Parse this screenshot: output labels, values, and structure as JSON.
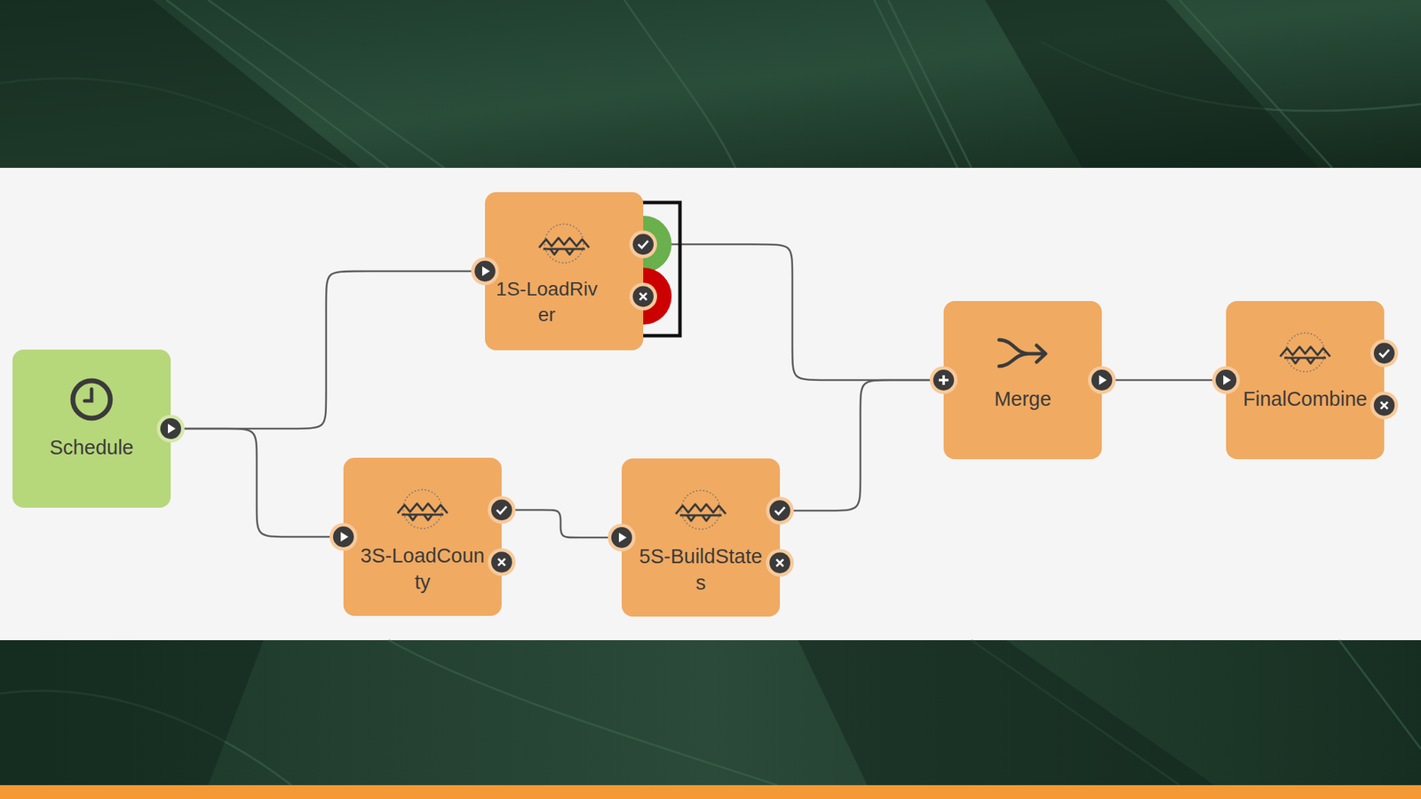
{
  "diagram": {
    "nodes": [
      {
        "text": [
          "Schedule"
        ]
      },
      {
        "text": [
          "1S-LoadRiver"
        ]
      },
      {
        "text": [
          "3S-LoadCounty"
        ]
      },
      {
        "text": [
          "5S-BuildStates"
        ]
      },
      {
        "text": [
          "Merge"
        ]
      },
      {
        "text": [
          "FinalCombine"
        ]
      }
    ],
    "edges": [
      {
        "from": 0,
        "to": 1,
        "arrow": "none"
      },
      {
        "from": 0,
        "to": 2,
        "arrow": "none"
      },
      {
        "from": 1,
        "to": 4,
        "arrow": "none"
      },
      {
        "from": 2,
        "to": 3,
        "arrow": "none"
      },
      {
        "from": 3,
        "to": 4,
        "arrow": "none"
      },
      {
        "from": 4,
        "to": 5,
        "arrow": "none"
      }
    ]
  }
}
